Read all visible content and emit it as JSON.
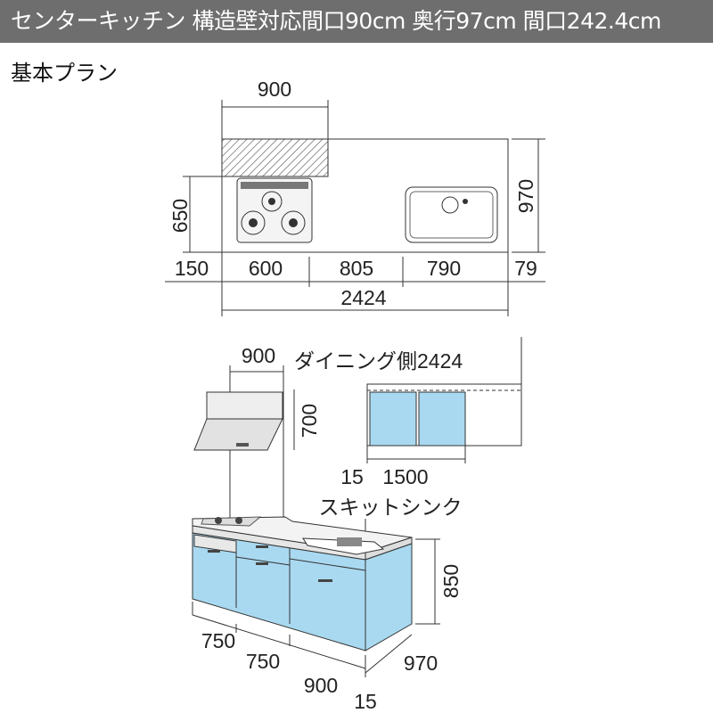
{
  "header": {
    "title": "センターキッチン 構造壁対応間口90cm 奥行97cm 間口242.4cm"
  },
  "section_title": "基本プラン",
  "plan_view": {
    "hood_width": "900",
    "depth": "970",
    "stove_depth": "650",
    "segments": [
      "150",
      "600",
      "805",
      "790",
      "79"
    ],
    "total_width": "2424"
  },
  "elevation": {
    "hood_width": "900",
    "hood_height": "700",
    "dining_side_label": "ダイニング側2424",
    "dining_offset": "15",
    "dining_cabinet_width": "1500",
    "sink_label": "スキットシンク",
    "widths": [
      "750",
      "750",
      "900"
    ],
    "depth": "970",
    "height": "850",
    "bottom_gap": "15"
  },
  "colors": {
    "header_bg": "#6e6e6e",
    "cabinet_blue": "#a9d9f0"
  }
}
